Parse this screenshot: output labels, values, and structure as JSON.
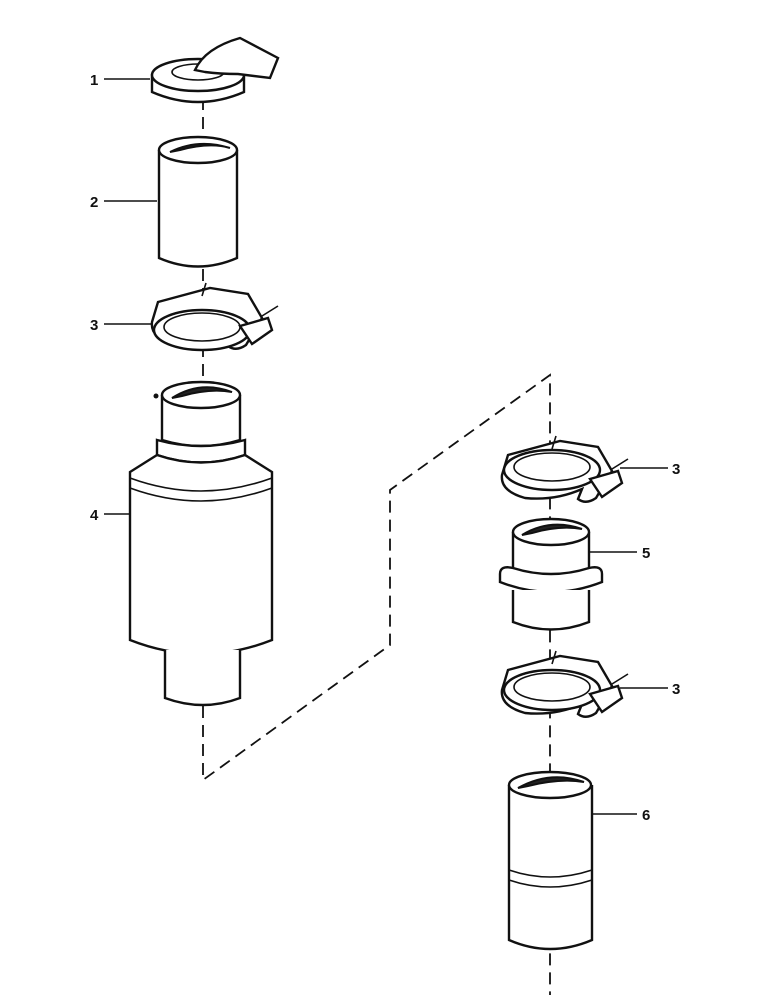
{
  "callouts": [
    {
      "id": "c1",
      "number": "1"
    },
    {
      "id": "c2",
      "number": "2"
    },
    {
      "id": "c3a",
      "number": "3"
    },
    {
      "id": "c4",
      "number": "4"
    },
    {
      "id": "c3b",
      "number": "3"
    },
    {
      "id": "c5",
      "number": "5"
    },
    {
      "id": "c3c",
      "number": "3"
    },
    {
      "id": "c6",
      "number": "6"
    }
  ]
}
